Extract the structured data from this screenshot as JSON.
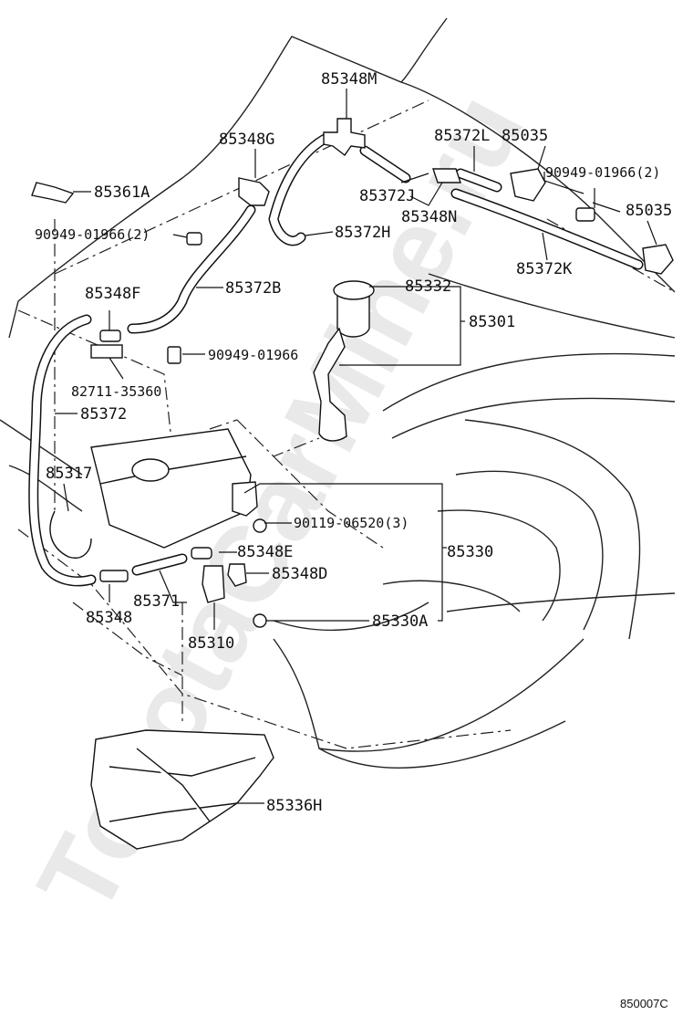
{
  "watermark": "ToyotaCarMine.ru",
  "diagram_code": "850007C",
  "labels": {
    "l85348M": "85348M",
    "l85348G": "85348G",
    "l85372L": "85372L",
    "l85035a": "85035",
    "l90949_2a": "90949-01966(2)",
    "l85035b": "85035",
    "l85361A": "85361A",
    "l85372J": "85372J",
    "l85348N": "85348N",
    "l90949_2b": "90949-01966(2)",
    "l85372H": "85372H",
    "l85372K": "85372K",
    "l85332": "85332",
    "l85348F": "85348F",
    "l85372B": "85372B",
    "l85301": "85301",
    "l90949": "90949-01966",
    "l82711": "82711-35360",
    "l85372": "85372",
    "l85317": "85317",
    "l90119": "90119-06520(3)",
    "l85348E": "85348E",
    "l85330": "85330",
    "l85348D": "85348D",
    "l85371": "85371",
    "l85348": "85348",
    "l85330A": "85330A",
    "l85310": "85310",
    "l85336H": "85336H"
  }
}
